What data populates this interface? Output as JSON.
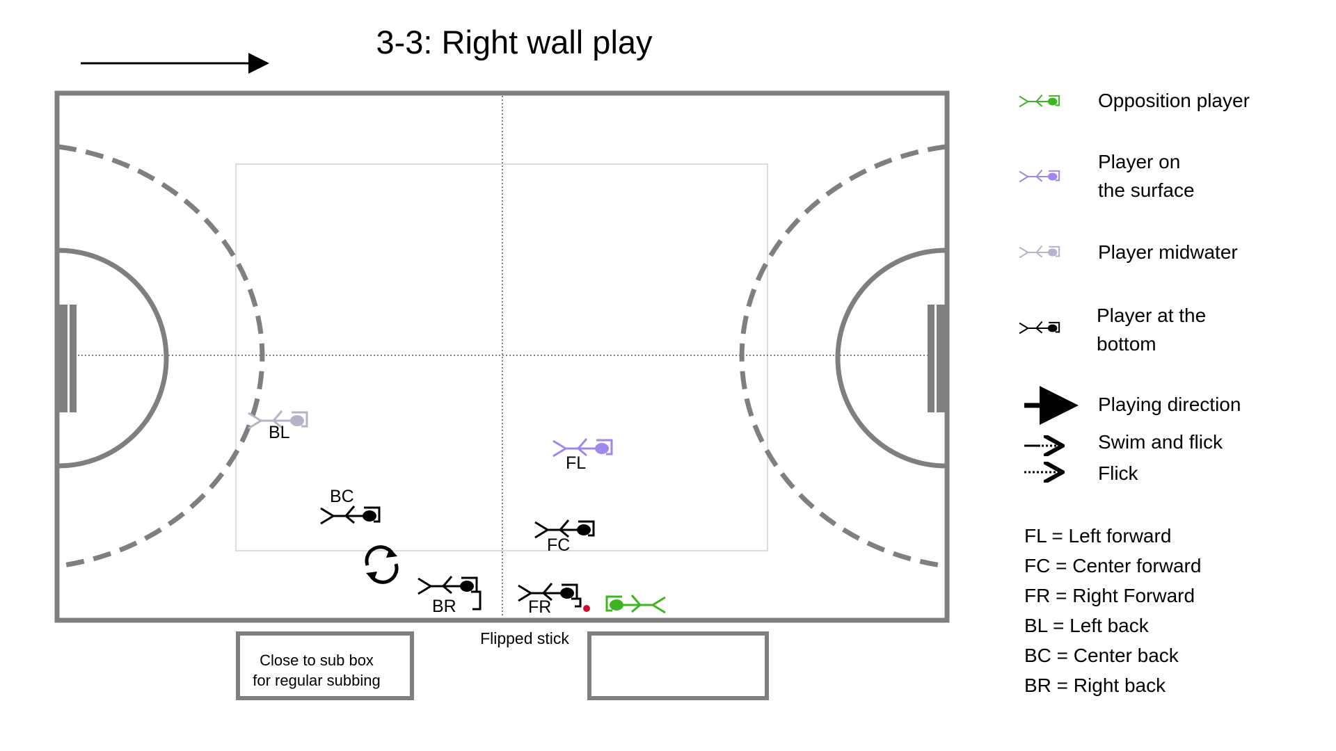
{
  "title": "3-3: Right wall play",
  "players": [
    {
      "id": "BL",
      "label": "BL",
      "state": "midwater"
    },
    {
      "id": "FL",
      "label": "FL",
      "state": "surface"
    },
    {
      "id": "BC",
      "label": "BC",
      "state": "bottom"
    },
    {
      "id": "FC",
      "label": "FC",
      "state": "bottom"
    },
    {
      "id": "BR",
      "label": "BR",
      "state": "bottom"
    },
    {
      "id": "FR",
      "label": "FR",
      "state": "bottom"
    },
    {
      "id": "OPP",
      "label": "",
      "state": "opposition"
    }
  ],
  "annotations": {
    "flipped_stick": "Flipped stick",
    "sub_box_note_line1": "Close to sub box",
    "sub_box_note_line2": "for regular subbing"
  },
  "legend": {
    "opposition": "Opposition player",
    "surface_line1": "Player on",
    "surface_line2": "the surface",
    "midwater": "Player midwater",
    "bottom_line1": "Player at the",
    "bottom_line2": "bottom",
    "playing_direction": "Playing direction",
    "swim_and_flick": "Swim and flick",
    "flick": "Flick"
  },
  "abbreviations": [
    "FL = Left forward",
    "FC = Center forward",
    "FR = Right Forward",
    "BL = Left back",
    "BC = Center back",
    "BR = Right back"
  ],
  "colors": {
    "opposition": "#3cb521",
    "surface": "#9f87ee",
    "midwater": "#b7b2c9",
    "bottom": "#000000",
    "field_line": "#7f7f7f",
    "inner_box": "#dcdcdc",
    "puck": "#c8102e"
  }
}
